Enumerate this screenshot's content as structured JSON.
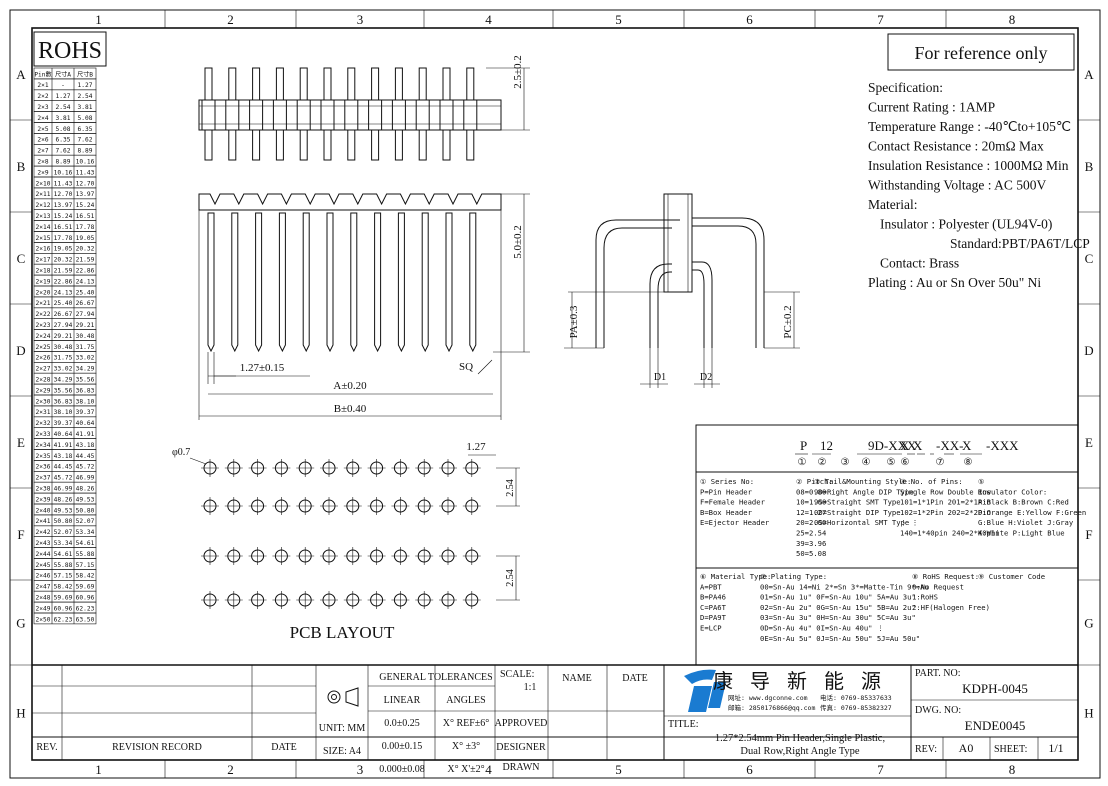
{
  "grid": {
    "cols": [
      "1",
      "2",
      "3",
      "4",
      "5",
      "6",
      "7",
      "8"
    ],
    "rows": [
      "A",
      "B",
      "C",
      "D",
      "E",
      "F",
      "G",
      "H"
    ]
  },
  "rohs": "ROHS",
  "ref_note": "For reference only",
  "pin_table": {
    "headers": [
      "Pin數",
      "尺寸A",
      "尺寸B"
    ],
    "rows": [
      [
        "2×1",
        "-",
        "1.27"
      ],
      [
        "2×2",
        "1.27",
        "2.54"
      ],
      [
        "2×3",
        "2.54",
        "3.81"
      ],
      [
        "2×4",
        "3.81",
        "5.08"
      ],
      [
        "2×5",
        "5.08",
        "6.35"
      ],
      [
        "2×6",
        "6.35",
        "7.62"
      ],
      [
        "2×7",
        "7.62",
        "8.89"
      ],
      [
        "2×8",
        "8.89",
        "10.16"
      ],
      [
        "2×9",
        "10.16",
        "11.43"
      ],
      [
        "2×10",
        "11.43",
        "12.70"
      ],
      [
        "2×11",
        "12.70",
        "13.97"
      ],
      [
        "2×12",
        "13.97",
        "15.24"
      ],
      [
        "2×13",
        "15.24",
        "16.51"
      ],
      [
        "2×14",
        "16.51",
        "17.78"
      ],
      [
        "2×15",
        "17.78",
        "19.05"
      ],
      [
        "2×16",
        "19.05",
        "20.32"
      ],
      [
        "2×17",
        "20.32",
        "21.59"
      ],
      [
        "2×18",
        "21.59",
        "22.86"
      ],
      [
        "2×19",
        "22.86",
        "24.13"
      ],
      [
        "2×20",
        "24.13",
        "25.40"
      ],
      [
        "2×21",
        "25.40",
        "26.67"
      ],
      [
        "2×22",
        "26.67",
        "27.94"
      ],
      [
        "2×23",
        "27.94",
        "29.21"
      ],
      [
        "2×24",
        "29.21",
        "30.48"
      ],
      [
        "2×25",
        "30.48",
        "31.75"
      ],
      [
        "2×26",
        "31.75",
        "33.02"
      ],
      [
        "2×27",
        "33.02",
        "34.29"
      ],
      [
        "2×28",
        "34.29",
        "35.56"
      ],
      [
        "2×29",
        "35.56",
        "36.83"
      ],
      [
        "2×30",
        "36.83",
        "38.10"
      ],
      [
        "2×31",
        "38.10",
        "39.37"
      ],
      [
        "2×32",
        "39.37",
        "40.64"
      ],
      [
        "2×33",
        "40.64",
        "41.91"
      ],
      [
        "2×34",
        "41.91",
        "43.18"
      ],
      [
        "2×35",
        "43.18",
        "44.45"
      ],
      [
        "2×36",
        "44.45",
        "45.72"
      ],
      [
        "2×37",
        "45.72",
        "46.99"
      ],
      [
        "2×38",
        "46.99",
        "48.26"
      ],
      [
        "2×39",
        "48.26",
        "49.53"
      ],
      [
        "2×40",
        "49.53",
        "50.80"
      ],
      [
        "2×41",
        "50.80",
        "52.07"
      ],
      [
        "2×42",
        "52.07",
        "53.34"
      ],
      [
        "2×43",
        "53.34",
        "54.61"
      ],
      [
        "2×44",
        "54.61",
        "55.88"
      ],
      [
        "2×45",
        "55.88",
        "57.15"
      ],
      [
        "2×46",
        "57.15",
        "58.42"
      ],
      [
        "2×47",
        "58.42",
        "59.69"
      ],
      [
        "2×48",
        "59.69",
        "60.96"
      ],
      [
        "2×49",
        "60.96",
        "62.23"
      ],
      [
        "2×50",
        "62.23",
        "63.50"
      ]
    ]
  },
  "spec": {
    "lines": [
      "Specification:",
      "Current Rating : 1AMP",
      "Temperature Range : -40℃to+105℃",
      "Contact Resistance : 20mΩ Max",
      "Insulation Resistance : 1000MΩ Min",
      "Withstanding Voltage : AC 500V",
      "Material:",
      "Insulator : Polyester (UL94V-0)",
      "Standard:PBT/PA6T/LCP",
      "Contact: Brass",
      "Plating : Au or Sn Over 50u\" Ni"
    ]
  },
  "dims": {
    "h_top": "2.5±0.2",
    "h_front": "5.0±0.2",
    "pitch": "1.27±0.15",
    "sq": "SQ",
    "a": "A±0.20",
    "b": "B±0.40",
    "pa": "PA±0.3",
    "pc": "PC±0.2",
    "d1": "D1",
    "d2": "D2",
    "hole": "φ0.7",
    "pcb_pitch": "1.27",
    "pcb_row1": "2.54",
    "pcb_row2": "2.54",
    "pcb_title": "PCB LAYOUT"
  },
  "part_code": {
    "segments": [
      "P",
      "12",
      "9D-XXX",
      "X",
      "X",
      "-XX-",
      "X",
      "-XXX"
    ],
    "markers": [
      "①",
      "②",
      "③",
      "④",
      "⑤",
      "⑥",
      "⑦",
      "⑧"
    ]
  },
  "code_table": {
    "series": [
      "① Series No:",
      "P=Pin Header",
      "F=Female Header",
      "B=Box Header",
      "E=Ejector Header"
    ],
    "pitch": [
      "② Pitch:",
      "08=0.80",
      "10=1.00",
      "12=1.27",
      "20=2.00",
      "25=2.54",
      "39=3.96",
      "50=5.08"
    ],
    "tail": [
      "③ Tail&Mounting Style:",
      "9D=Right Angle DIP Type",
      "9S=Straight SMT Type",
      "0D=Straight DIP Type",
      "0S=Horizontal SMT Type"
    ],
    "pins": [
      "④ No. of Pins:",
      "Single Row   Double Row",
      "101=1*1Pin   201=2*1Pin",
      "102=1*2Pin   202=2*2Pin",
      "⋮            ⋮",
      "140=1*40pin  240=2*40pin"
    ],
    "color": [
      "⑤",
      "Insulator Color:",
      "A:Black  B:Brown  C:Red",
      "D:Orange E:Yellow F:Green",
      "G:Blue   H:Violet J:Gray",
      "K:White  P:Light Blue"
    ],
    "material": [
      "⑥ Material Type:",
      "A=PBT",
      "B=PA46",
      "C=PA6T",
      "D=PA9T",
      "E=LCP"
    ],
    "plating": [
      "⑦ Plating Type:",
      "00=Sn-Au 14=Ni 2*=Sn 3*=Matte-Tin 9*=Au",
      "01=Sn-Au 1u\" 0F=Sn-Au 10u\"  5A=Au 3u\"",
      "02=Sn-Au 2u\" 0G=Sn-Au 15u\"  5B=Au 2u\"",
      "03=Sn-Au 3u\" 0H=Sn-Au 30u\"  5C=Au 3u\"",
      "0D=Sn-Au 4u\" 0I=Sn-Au 40u\"     ⋮",
      "0E=Sn-Au 5u\" 0J=Sn-Au 50u\"  5J=Au 50u\""
    ],
    "rohs": [
      "⑧ RoHS Request:",
      "0:No Request",
      "1:RoHS",
      "2:HF(Halogen Free)"
    ],
    "customer": [
      "⑨ Customer Code"
    ]
  },
  "title_block": {
    "tolerances": "GENERAL TOLERANCES",
    "linear": "LINEAR",
    "angles": "ANGLES",
    "lin_vals": [
      "0.0±0.25",
      "0.00±0.15",
      "0.000±0.08"
    ],
    "ang_vals": [
      "X° REF±6°",
      "X° ±3°",
      "X° X'±2°"
    ],
    "unit": "UNIT: MM",
    "size": "SIZE: A4",
    "scale_label": "SCALE:",
    "scale": "1:1",
    "name": "NAME",
    "date": "DATE",
    "approved": "APPROVED",
    "designer": "DESIGNER",
    "drawn": "DRAWN",
    "rev": "REV.",
    "revision_record": "REVISION RECORD",
    "date2": "DATE",
    "company": "康 导 新 能 源",
    "web": "网址: www.dgconne.com",
    "tel": "电话: 0769-85337633",
    "email": "邮箱: 2850176866@qq.com",
    "fax": "传真: 0769-85382327",
    "title_label": "TITLE:",
    "title1": "1.27*2.54mm Pin Header,Single Plastic,",
    "title2": "Dual Row,Right Angle Type",
    "part_label": "PART. NO:",
    "part_no": "KDPH-0045",
    "dwg_label": "DWG. NO:",
    "dwg_no": "ENDE0045",
    "rev_label": "REV:",
    "rev_val": "A0",
    "sheet_label": "SHEET:",
    "sheet_val": "1/1"
  }
}
